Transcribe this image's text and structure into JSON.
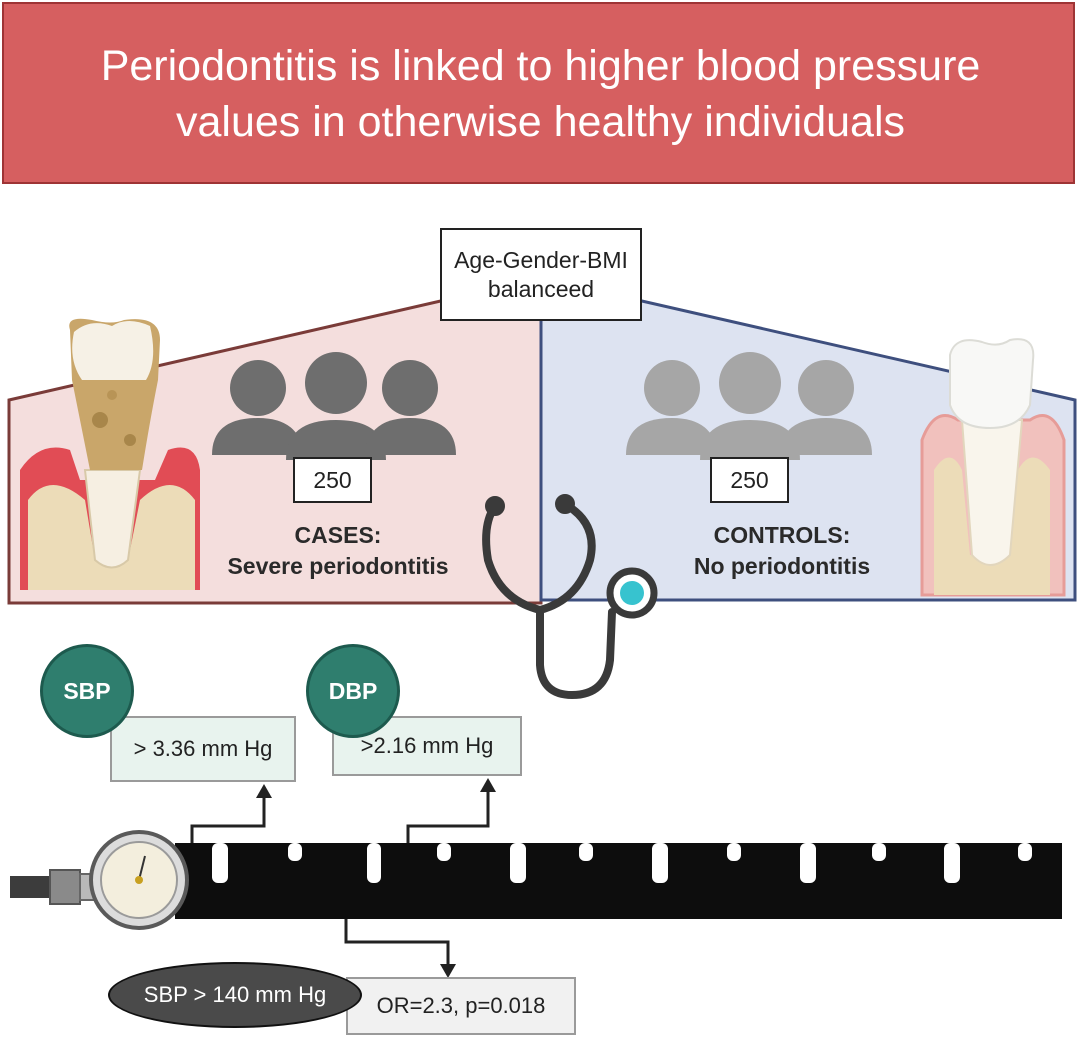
{
  "title": {
    "line1": "Periodontitis is linked to higher blood pressure",
    "line2": "values in otherwise healthy individuals"
  },
  "balance_note": {
    "line1": "Age-Gender-BMI",
    "line2": "balanceed"
  },
  "cases": {
    "count": "250",
    "heading": "CASES:",
    "subheading": "Severe periodontitis"
  },
  "controls": {
    "count": "250",
    "heading": "CONTROLS:",
    "subheading": "No periodontitis"
  },
  "sbp": {
    "badge": "SBP",
    "difference": "> 3.36 mm Hg"
  },
  "dbp": {
    "badge": "DBP",
    "difference": ">2.16 mm Hg"
  },
  "hypertension": {
    "threshold": "SBP > 140 mm Hg",
    "result": "OR=2.3, p=0.018"
  },
  "colors": {
    "banner": "#d65f60",
    "cases_panel": "#f4dedd",
    "controls_panel": "#dde3f1",
    "badge": "#2f7e6e",
    "stethoscope_bell": "#37c3cf"
  },
  "icons": [
    "tooth-periodontitis-icon",
    "tooth-healthy-icon",
    "people-group-icon",
    "stethoscope-icon",
    "pressure-gauge-icon"
  ]
}
